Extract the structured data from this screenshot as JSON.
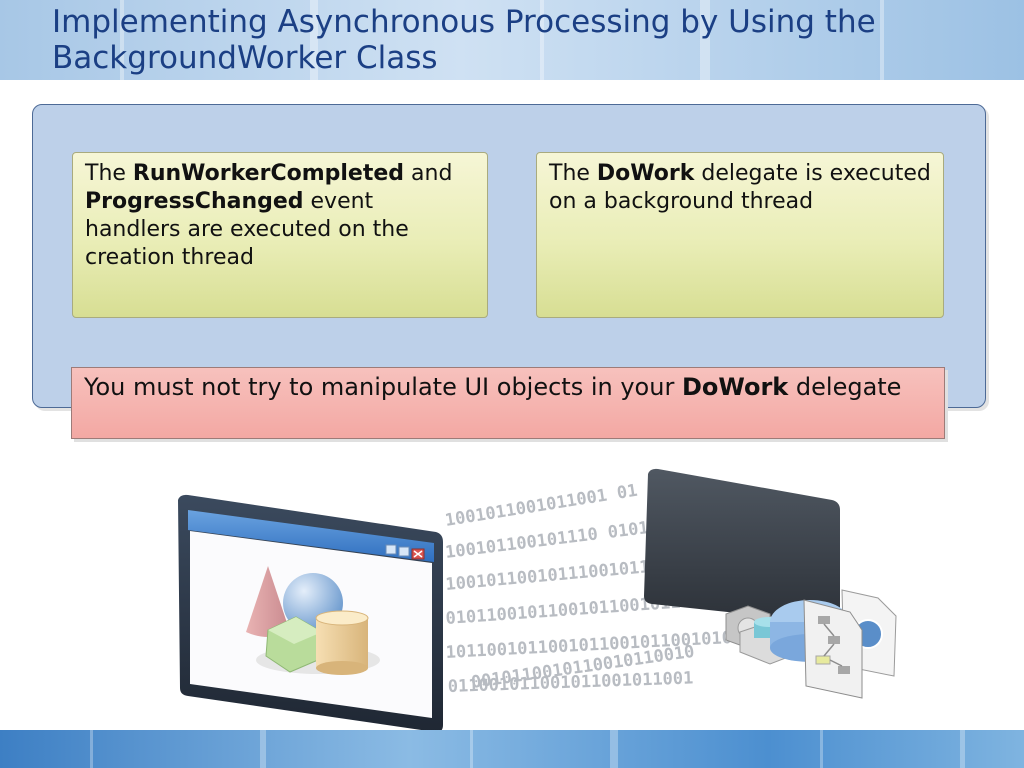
{
  "slide": {
    "title": "Implementing Asynchronous Processing by Using the BackgroundWorker Class"
  },
  "left_note": {
    "t1": "The ",
    "b1": "RunWorkerCompleted",
    "t2": " and ",
    "b2": "ProgressChanged",
    "t3": " event handlers are executed on the creation thread"
  },
  "right_note": {
    "t1": "The ",
    "b1": "DoWork",
    "t2": " delegate is executed on a background thread"
  },
  "warning": {
    "t1": "You must not try to manipulate UI objects in your ",
    "b1": "DoWork",
    "t2": " delegate"
  },
  "binary_lines": [
    "1001011001011001 01",
    "100101100101110 01011001010",
    "10010110010111001011001011",
    "010110010110010110010110011",
    "1011001011001011001011001010",
    "011001011001011001011001",
    "0010110010110010110010"
  ],
  "colors": {
    "title_text": "#1b3f84",
    "panel": "#bdd0e9",
    "note": "#e9edb6",
    "warning": "#f3a8a3"
  }
}
